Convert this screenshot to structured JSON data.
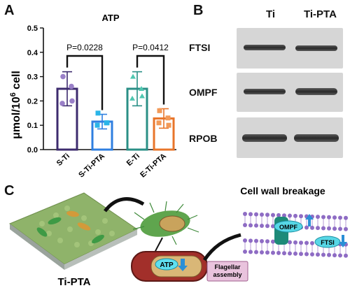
{
  "panels": {
    "a": "A",
    "b": "B",
    "c": "C"
  },
  "chart_data": {
    "type": "bar",
    "title": "ATP",
    "ylabel_main": "μmol/10",
    "ylabel_sup": "6",
    "ylabel_tail": " cell",
    "ylim": [
      0,
      0.5
    ],
    "yticks": [
      "0.0",
      "0.1",
      "0.2",
      "0.3",
      "0.4",
      "0.5"
    ],
    "categories": [
      "S-Ti",
      "S-Ti-PTA",
      "E-Ti",
      "E-Ti-PTA"
    ],
    "values": [
      0.25,
      0.115,
      0.25,
      0.128
    ],
    "errors": [
      0.07,
      0.03,
      0.07,
      0.04
    ],
    "points": [
      [
        0.3,
        0.26,
        0.19,
        0.2
      ],
      [
        0.15,
        0.11,
        0.1,
        0.11
      ],
      [
        0.3,
        0.25,
        0.21,
        0.22
      ],
      [
        0.16,
        0.13,
        0.11,
        0.1
      ]
    ],
    "colors": [
      "#3d2b6e",
      "#2f7fe0",
      "#2a8f86",
      "#e8752a"
    ],
    "point_colors": [
      "#9a80c8",
      "#2bb5e8",
      "#4fc7b0",
      "#f29a58"
    ],
    "annotations": [
      {
        "text": "P=0.0228",
        "from": 0,
        "to": 1
      },
      {
        "text": "P=0.0412",
        "from": 2,
        "to": 3
      }
    ]
  },
  "blot": {
    "lanes": [
      "Ti",
      "Ti-PTA"
    ],
    "rows": [
      {
        "label": "FTSI",
        "intensity": [
          0.75,
          0.55
        ]
      },
      {
        "label": "OMPF",
        "intensity": [
          0.6,
          0.9
        ]
      },
      {
        "label": "RPOB",
        "intensity": [
          0.95,
          0.95
        ]
      }
    ]
  },
  "diagram": {
    "sample_label": "Ti-PTA",
    "title": "Cell wall breakage",
    "atp_label": "ATP",
    "flagellar_label": "Flagellar\nassembly",
    "ompf_label": "OMPF",
    "ftsi_label": "FTSI"
  }
}
